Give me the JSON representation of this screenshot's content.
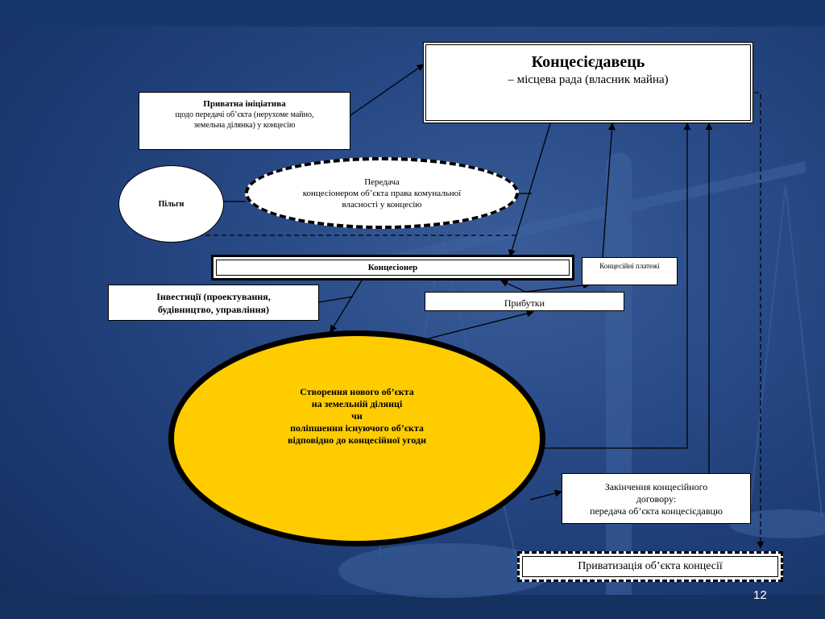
{
  "grantor": {
    "title": "Концесієдавець",
    "subtitle": "– місцева рада (власник майна)"
  },
  "private_initiative": {
    "title": "Приватна ініціатива",
    "line1": "щодо передачі об’єкта (нерухоме майно,",
    "line2": "земельна ділянка) у концесію"
  },
  "benefits": {
    "label": "Пільги"
  },
  "transfer": {
    "line1": "Передача",
    "line2": "концесіонером об’єкта права комунальної",
    "line3": "власності у концесію"
  },
  "concessionaire": {
    "label": "Концесіонер"
  },
  "concession_payments": {
    "label": "Концесійні платежі"
  },
  "investments": {
    "line1": "Інвестиції  (проектування,",
    "line2": "будівництво, управління)"
  },
  "profits": {
    "label": "Прибутки"
  },
  "creation": {
    "line1": "Створення нового об’єкта",
    "line2": "на земельній ділянці",
    "line3": "чи",
    "line4": "поліпшення існуючого об’єкта",
    "line5": "відповідно до концесійної угоди"
  },
  "contract_end": {
    "line1": "Закінчення концесійного",
    "line2": "договору:",
    "line3": "передача об’єкта концесієдавцю"
  },
  "privatization": {
    "label": "Приватизація об’єкта концесії"
  },
  "page_number": "12",
  "colors": {
    "background": "#284a86",
    "creation_fill": "#ffcc00",
    "box_fill": "#ffffff",
    "connector": "#000000",
    "page_number": "#ffffff"
  }
}
